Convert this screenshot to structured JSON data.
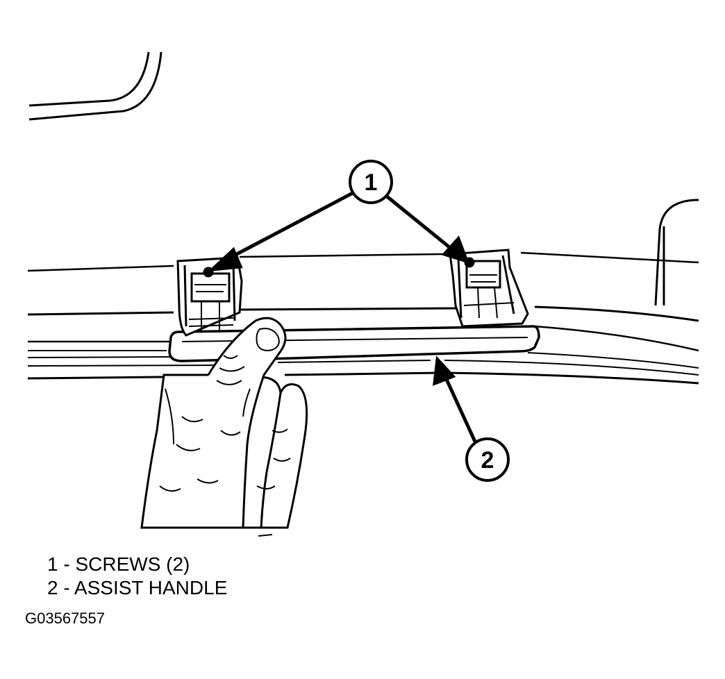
{
  "callouts": [
    {
      "number": "1"
    },
    {
      "number": "2"
    }
  ],
  "legend": [
    {
      "number": "1",
      "separator": " - ",
      "text": "SCREWS (2)"
    },
    {
      "number": "2",
      "separator": " - ",
      "text": "ASSIST HANDLE"
    }
  ],
  "figure_id": "G03567557",
  "colors": {
    "ink": "#000000",
    "paper": "#ffffff"
  }
}
